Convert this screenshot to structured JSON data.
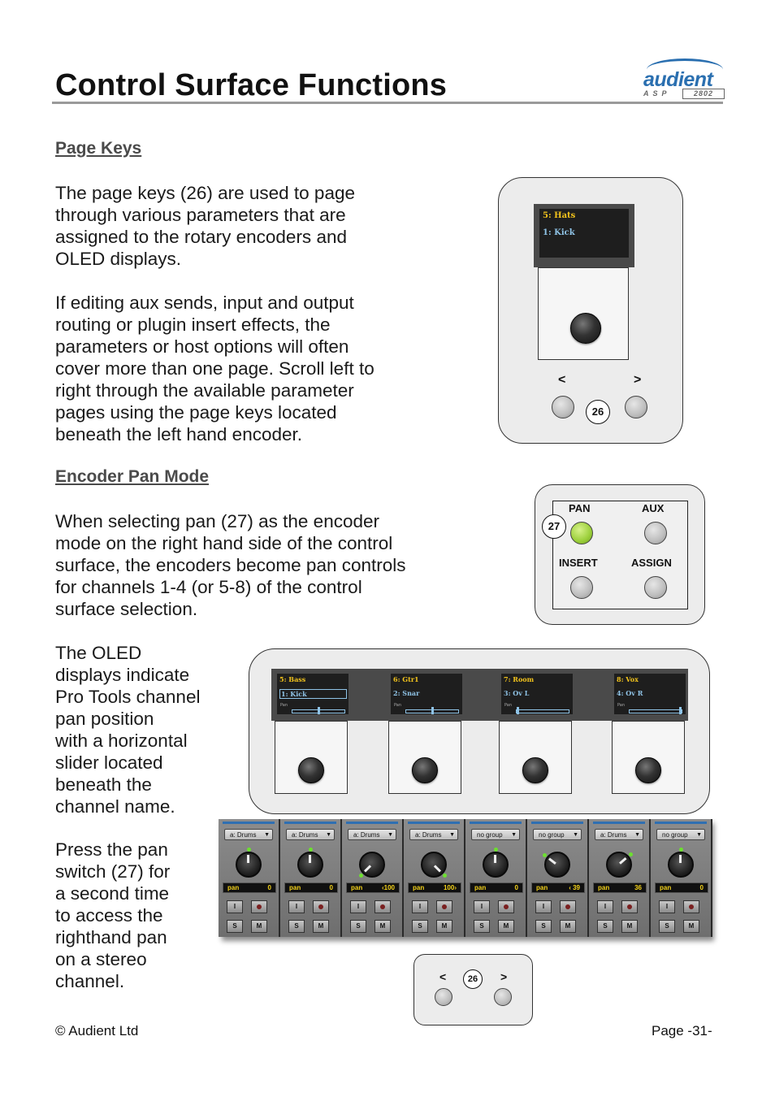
{
  "header": {
    "title": "Control Surface Functions",
    "logo": {
      "word": "audient",
      "sub": "ASP",
      "model": "2802"
    }
  },
  "sections": {
    "page_keys": {
      "heading": "Page Keys",
      "p1": "The page keys (26) are used to page\nthrough various parameters that are\nassigned to the rotary encoders and\nOLED displays.",
      "p2": "If editing aux sends, input and output\nrouting or plugin insert effects, the\nparameters or host options will often\ncover more than one page. Scroll left to\nright through the available parameter\npages using the page keys located\nbeneath the left hand encoder."
    },
    "encoder_pan": {
      "heading": "Encoder Pan Mode",
      "p1": "When selecting pan (27) as the encoder\nmode on the right hand side of the control\nsurface, the encoders become pan controls\nfor channels 1-4 (or 5-8) of the control\nsurface selection.",
      "p2": "The OLED\ndisplays indicate\nPro Tools channel\npan position\nwith a horizontal\nslider located\nbeneath the\nchannel name.",
      "p3": "Press the pan\nswitch (27) for\na second time\nto access the\nrighthand pan\non a stereo\nchannel."
    }
  },
  "fig_page_keys": {
    "oled_line1": "5: Hats",
    "oled_line2": "1: Kick",
    "left_arrow": "<",
    "right_arrow": ">",
    "callout": "26"
  },
  "fig_mode_buttons": {
    "callout": "27",
    "pan": "PAN",
    "aux": "AUX",
    "insert": "INSERT",
    "assign": "ASSIGN",
    "active": "pan",
    "active_color": "#9bcf3a"
  },
  "fig_oled_row": {
    "channels": [
      {
        "line1": "5: Bass",
        "line2": "1: Kick",
        "pan_label": "Pan",
        "pan": 0
      },
      {
        "line1": "6: Gtr1",
        "line2": "2: Snar",
        "pan_label": "Pan",
        "pan": 0
      },
      {
        "line1": "7: Room",
        "line2": "3: Ov L",
        "pan_label": "Pan",
        "pan": -100
      },
      {
        "line1": "8: Vox",
        "line2": "4: Ov R",
        "pan_label": "Pan",
        "pan": 100
      }
    ]
  },
  "mixer": {
    "strips": [
      {
        "group": "a: Drums",
        "pan_label": "pan",
        "pan_value": "0",
        "pan": 0,
        "i": "I",
        "s": "S",
        "m": "M"
      },
      {
        "group": "a: Drums",
        "pan_label": "pan",
        "pan_value": "0",
        "pan": 0,
        "i": "I",
        "s": "S",
        "m": "M"
      },
      {
        "group": "a: Drums",
        "pan_label": "pan",
        "pan_value": "‹100",
        "pan": -100,
        "i": "I",
        "s": "S",
        "m": "M"
      },
      {
        "group": "a: Drums",
        "pan_label": "pan",
        "pan_value": "100›",
        "pan": 100,
        "i": "I",
        "s": "S",
        "m": "M"
      },
      {
        "group": "no group",
        "pan_label": "pan",
        "pan_value": "0",
        "pan": 0,
        "i": "I",
        "s": "S",
        "m": "M"
      },
      {
        "group": "no group",
        "pan_label": "pan",
        "pan_value": "‹ 39",
        "pan": -39,
        "i": "I",
        "s": "S",
        "m": "M"
      },
      {
        "group": "a: Drums",
        "pan_label": "pan",
        "pan_value": "36",
        "pan": 36,
        "i": "I",
        "s": "S",
        "m": "M"
      },
      {
        "group": "no group",
        "pan_label": "pan",
        "pan_value": "0",
        "pan": 0,
        "i": "I",
        "s": "S",
        "m": "M"
      }
    ]
  },
  "fig_page_keys_small": {
    "left_arrow": "<",
    "right_arrow": ">",
    "callout": "26"
  },
  "footer": {
    "copyright": "© Audient Ltd",
    "page": "Page -31-"
  }
}
